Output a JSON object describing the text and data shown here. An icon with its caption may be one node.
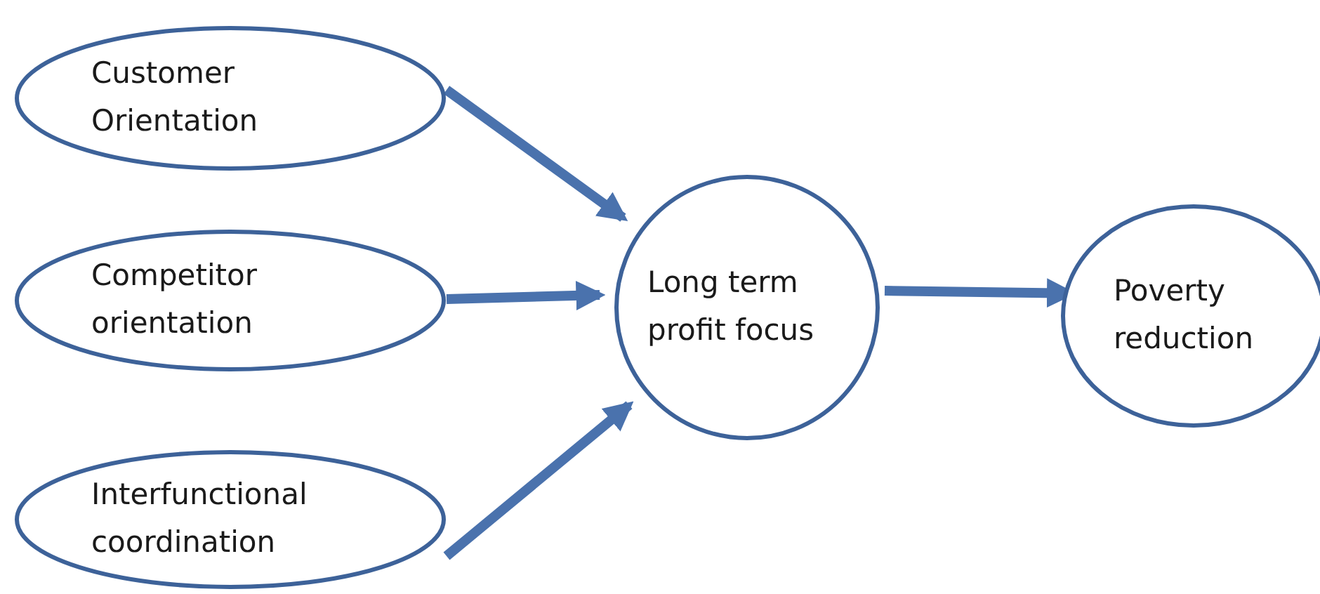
{
  "diagram": {
    "nodes": [
      {
        "text": [
          "Customer Orientation"
        ]
      },
      {
        "text": [
          "Competitor orientation"
        ]
      },
      {
        "text": [
          "Interfunctional coordination"
        ]
      },
      {
        "text": [
          "Long term profit focus"
        ]
      },
      {
        "text": [
          "Poverty reduction"
        ]
      }
    ],
    "edges": [
      {
        "from": 0,
        "to": 3,
        "arrow": "to"
      },
      {
        "from": 1,
        "to": 3,
        "arrow": "to"
      },
      {
        "from": 2,
        "to": 3,
        "arrow": "to"
      },
      {
        "from": 3,
        "to": 4,
        "arrow": "to"
      }
    ]
  }
}
